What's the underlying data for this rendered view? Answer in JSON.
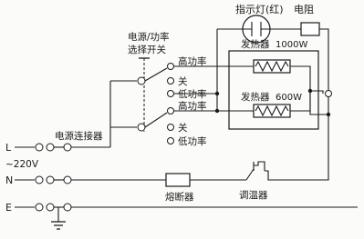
{
  "labels": {
    "indicator_lamp": "指示灯(红)",
    "resistor": "电阻",
    "selector_switch_line1": "电源/功率",
    "selector_switch_line2": "选择开关",
    "heater_1000": "发热器",
    "heater_1000_value": "1000W",
    "heater_600": "发热器",
    "heater_600_value": "600W",
    "high_power_1": "高功率",
    "off_1": "关",
    "low_power_1": "低功率",
    "high_power_2": "高功率",
    "off_2": "关",
    "low_power_2": "低功率",
    "power_connector": "电源连接器",
    "terminal_L": "L",
    "voltage": "~220V",
    "terminal_N": "N",
    "terminal_E": "E",
    "fuse": "熔断器",
    "thermostat": "调温器"
  }
}
